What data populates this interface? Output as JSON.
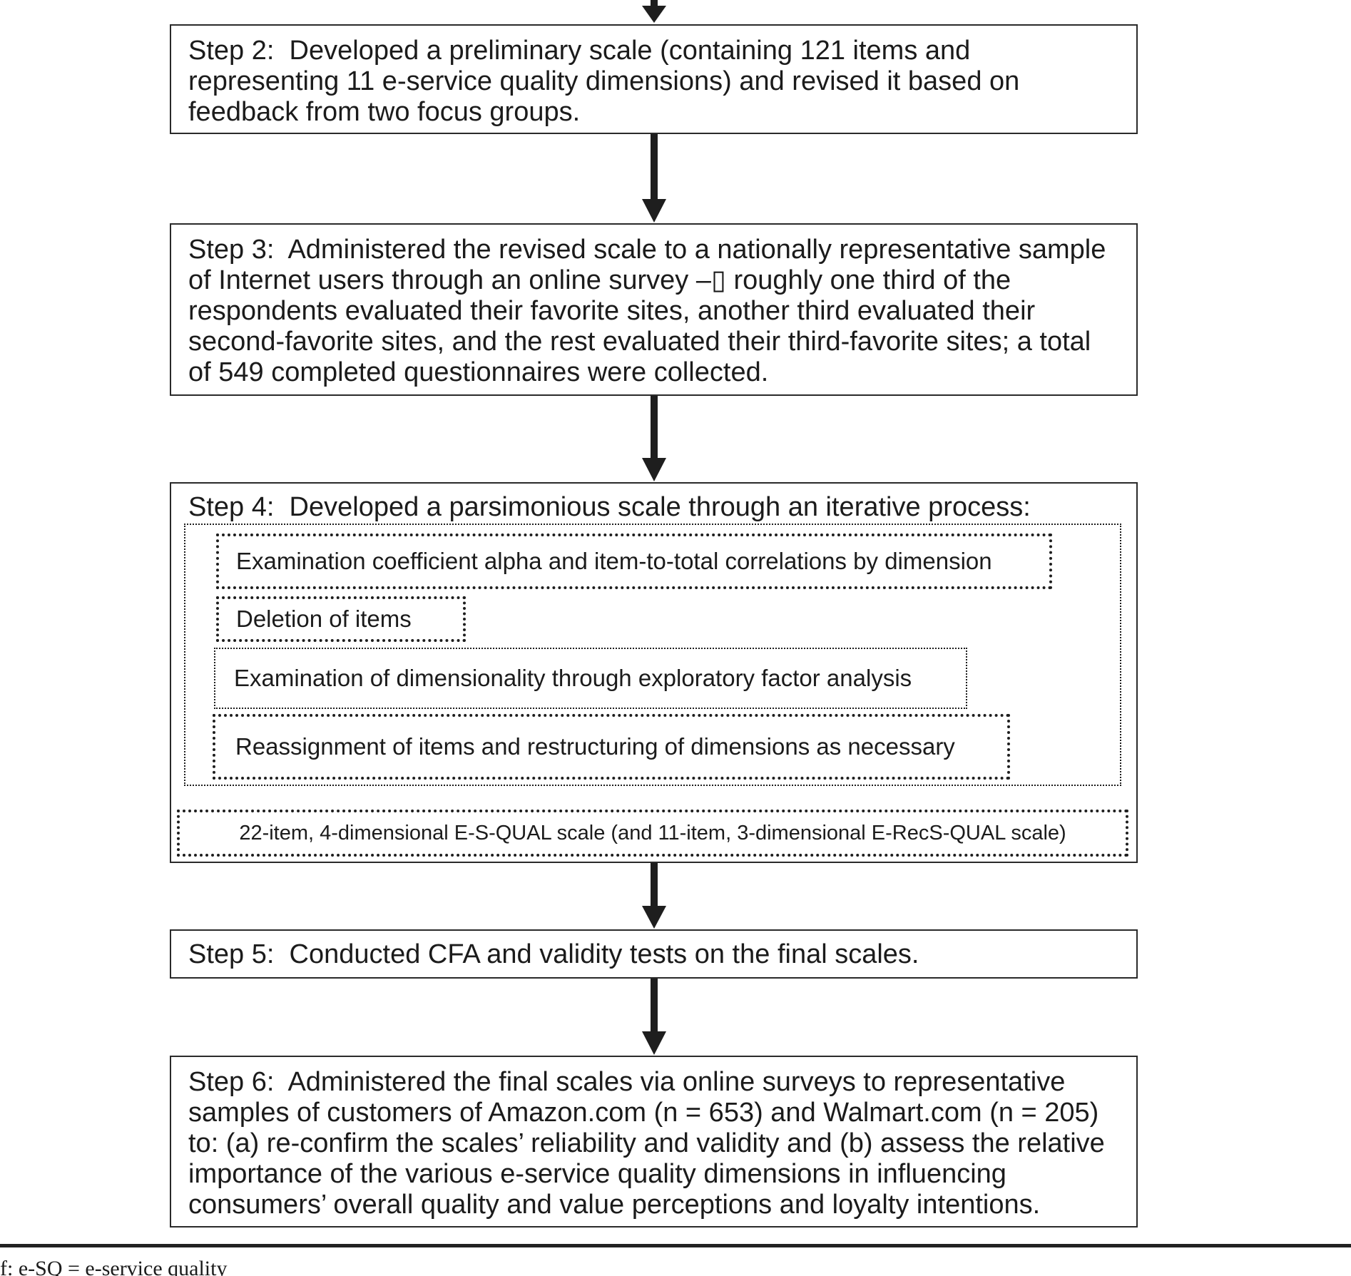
{
  "steps": {
    "step2": "Step 2:  Developed a preliminary scale (containing 121 items and representing 11 e-service quality dimensions) and revised it based on feedback from two focus groups.",
    "step3": "Step 3:  Administered the revised scale to a nationally representative sample of Internet users through an online survey –▯ roughly one third of the respondents evaluated their favorite sites, another third evaluated their second-favorite sites, and the rest evaluated their third-favorite sites; a total of 549 completed questionnaires were collected.",
    "step4": "Step 4:  Developed a parsimonious scale through an iterative process:",
    "step5": "Step 5:  Conducted CFA and validity tests on the final scales.",
    "step6": "Step 6:  Administered the final scales via online surveys to representative samples of customers of Amazon.com (n = 653) and Walmart.com (n = 205) to: (a) re-confirm the scales’ reliability and validity and (b) assess the relative importance of the various e-service quality dimensions in influencing consumers’ overall quality and value perceptions and loyalty intentions."
  },
  "iterative_process": {
    "alpha": "Examination coefficient alpha and item-to-total correlations by dimension",
    "deletion": "Deletion of items",
    "efa": "Examination of dimensionality through exploratory factor analysis",
    "reassignment": "Reassignment of items and restructuring of dimensions as necessary",
    "result": "22-item, 4-dimensional E-S-QUAL scale (and 11-item, 3-dimensional E-RecS-QUAL scale)"
  },
  "footnote": "f: e-SQ = e-service quality"
}
